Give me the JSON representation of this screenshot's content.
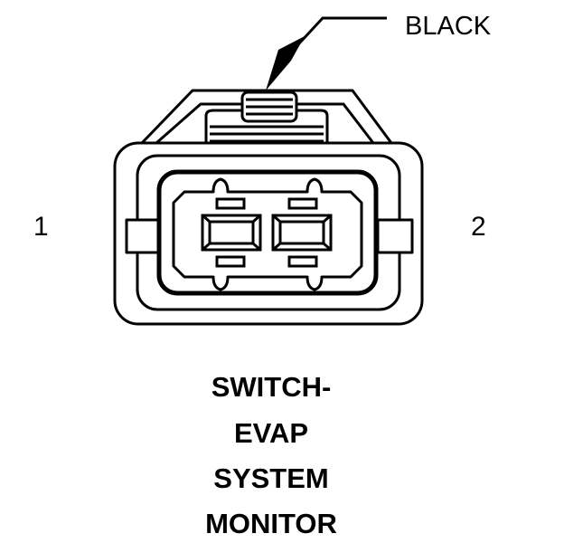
{
  "wire_color_callout": "BLACK",
  "pin_labels": {
    "left": "1",
    "right": "2"
  },
  "component_name": [
    "SWITCH-",
    "EVAP",
    "SYSTEM",
    "MONITOR"
  ],
  "colors": {
    "ink": "#000000",
    "background": "#ffffff"
  }
}
